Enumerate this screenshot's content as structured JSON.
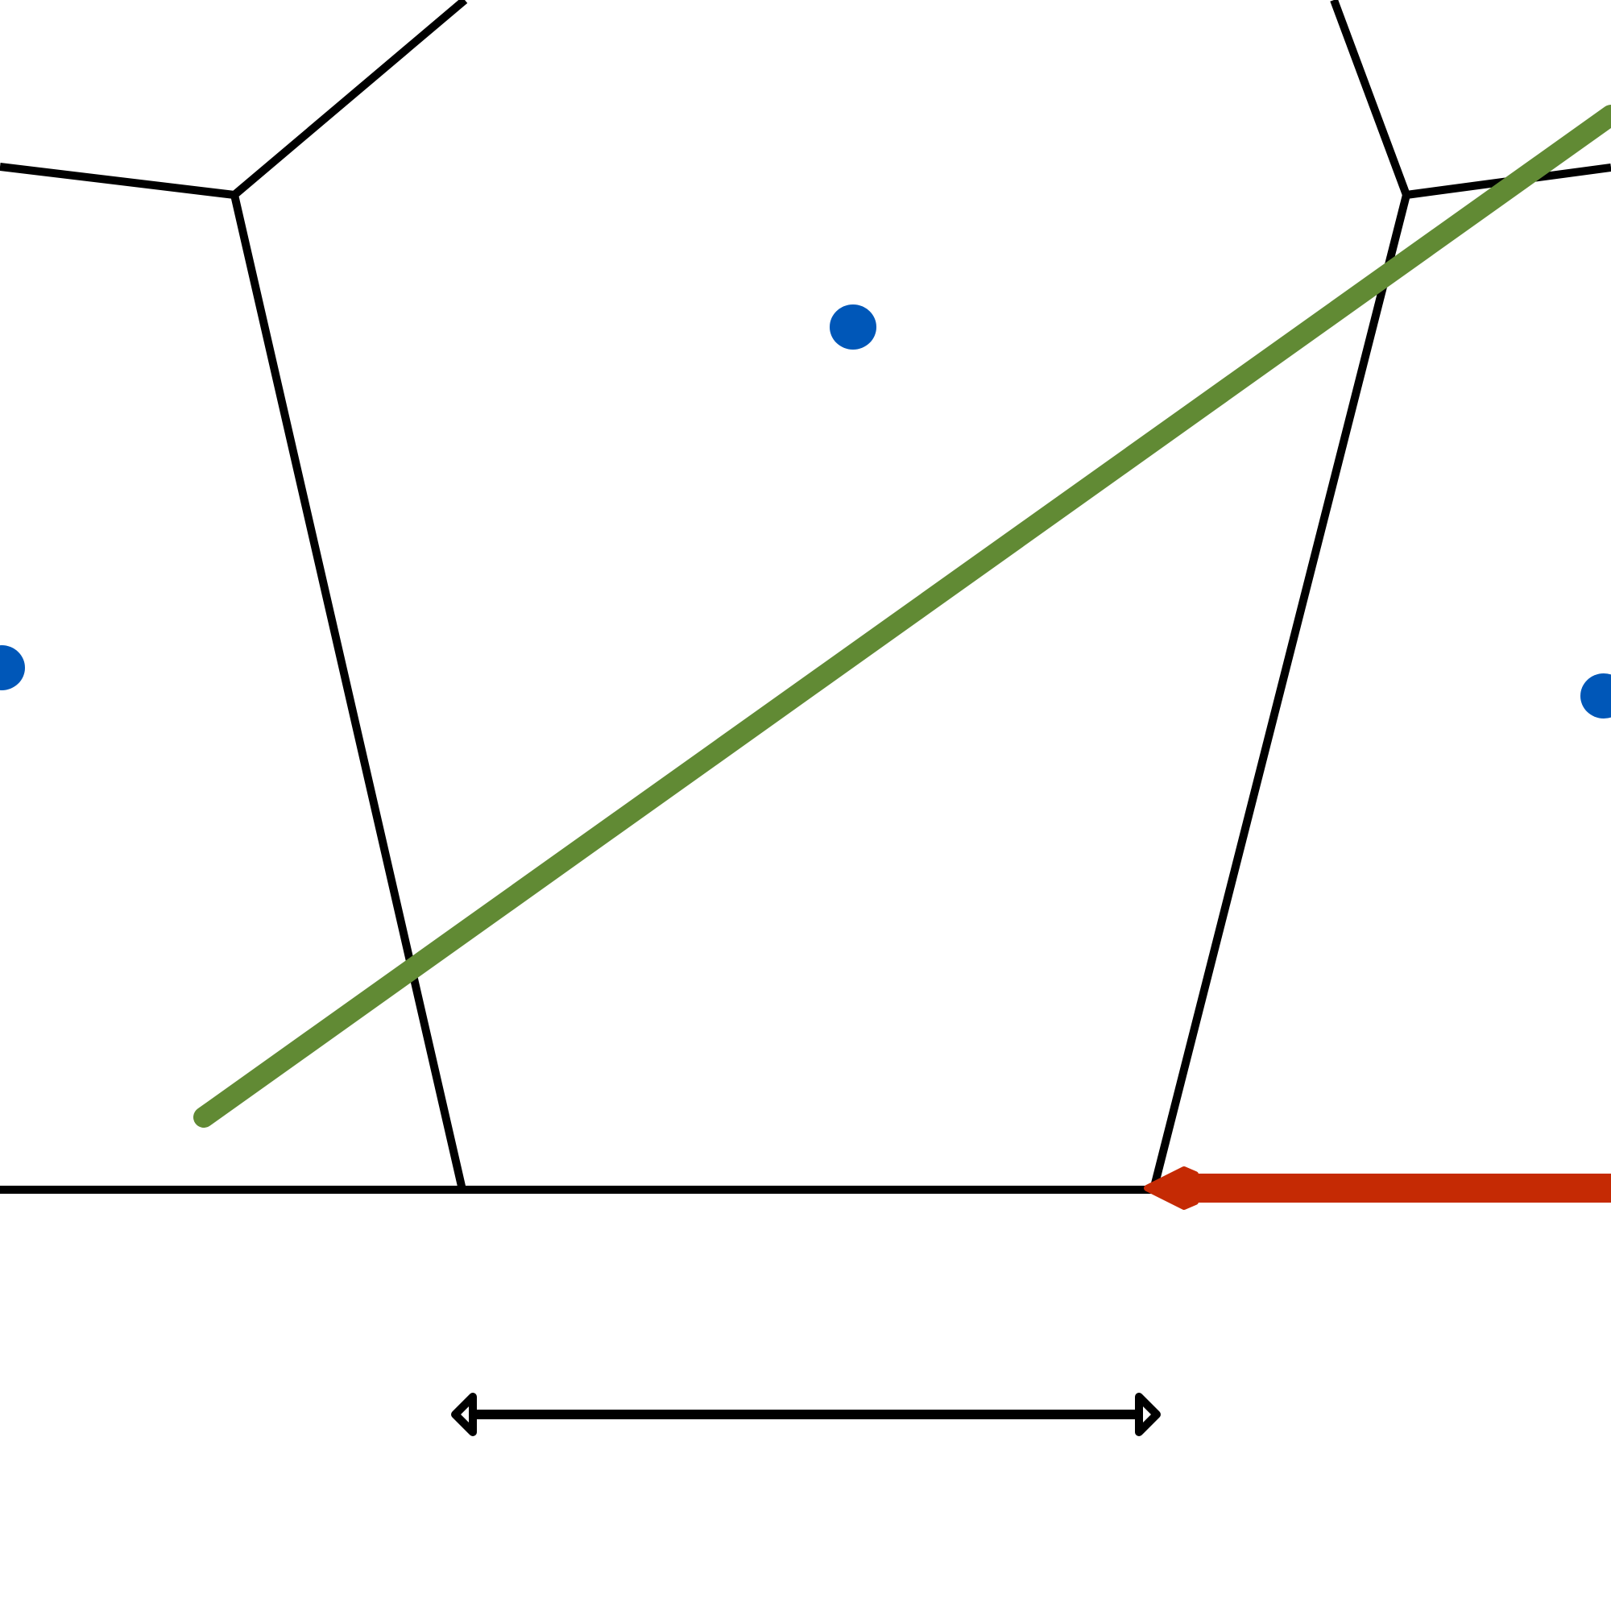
{
  "diagram": {
    "type": "voronoi-diagram",
    "colors": {
      "background": "#ffffff",
      "edges": "#000000",
      "sites": "#0057b8",
      "segment": "#618a34",
      "ray": "#c52a04",
      "dimension": "#000000"
    },
    "elements": {
      "sites": [
        "site-top",
        "site-left",
        "site-right"
      ],
      "edges": [
        "edge-upper-left-to-top",
        "edge-upper-left-to-left",
        "edge-upper-left-to-lower-left",
        "edge-lower-left-to-lower-right",
        "edge-lower-left-extension",
        "edge-lower-right-to-upper-right",
        "edge-upper-right-to-top",
        "edge-upper-right-to-right"
      ],
      "highlights": [
        "green-segment",
        "red-ray",
        "double-arrow"
      ]
    }
  }
}
